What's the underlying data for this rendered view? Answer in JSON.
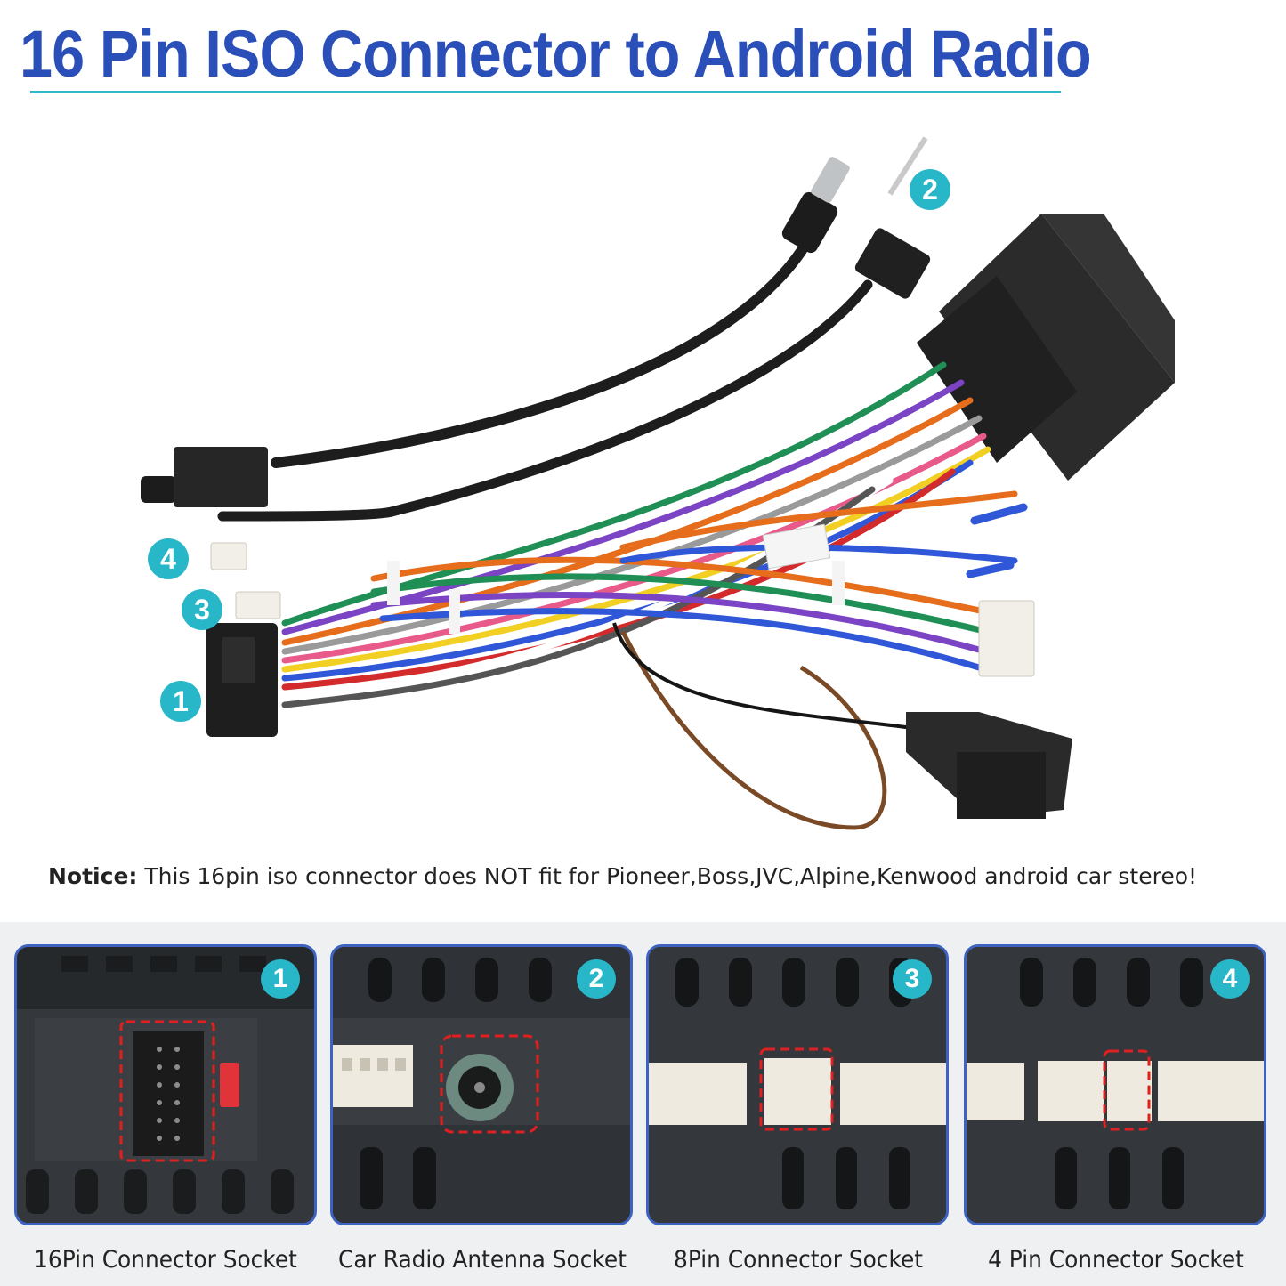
{
  "header": {
    "title": "16 Pin ISO Connector to Android Radio"
  },
  "hero": {
    "badges": [
      "1",
      "2",
      "3",
      "4"
    ]
  },
  "notice": {
    "label": "Notice:",
    "text": " This 16pin iso connector does NOT fit for Pioneer,Boss,JVC,Alpine,Kenwood android car stereo!"
  },
  "panels": [
    {
      "badge": "1",
      "caption": "16Pin Connector Socket"
    },
    {
      "badge": "2",
      "caption": "Car Radio Antenna Socket"
    },
    {
      "badge": "3",
      "caption": "8Pin Connector Socket"
    },
    {
      "badge": "4",
      "caption": "4 Pin Connector Socket"
    }
  ],
  "colors": {
    "title": "#2a4fb8",
    "accent": "#28b7c9",
    "panel_border": "#3d62c0",
    "highlight": "#e02020"
  }
}
